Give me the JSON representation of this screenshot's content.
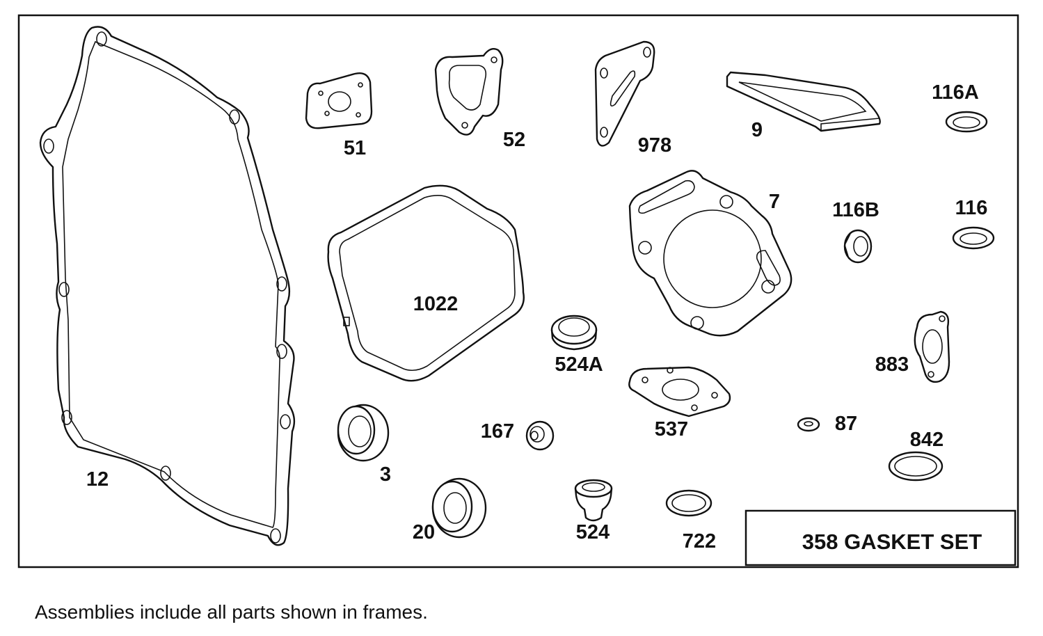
{
  "kit": {
    "label": "358 GASKET SET"
  },
  "note": "Assemblies include all parts shown in frames.",
  "parts": [
    {
      "id": "12",
      "label": "12",
      "shape": "crankcase-gasket"
    },
    {
      "id": "51",
      "label": "51",
      "shape": "carb-gasket"
    },
    {
      "id": "52",
      "label": "52",
      "shape": "intake-gasket"
    },
    {
      "id": "978",
      "label": "978",
      "shape": "breather-gasket"
    },
    {
      "id": "9",
      "label": "9",
      "shape": "flat-frame-gasket"
    },
    {
      "id": "116A",
      "label": "116A",
      "shape": "o-ring"
    },
    {
      "id": "1022",
      "label": "1022",
      "shape": "valve-cover-gasket"
    },
    {
      "id": "7",
      "label": "7",
      "shape": "head-gasket"
    },
    {
      "id": "116B",
      "label": "116B",
      "shape": "seal-ring"
    },
    {
      "id": "116",
      "label": "116",
      "shape": "o-ring"
    },
    {
      "id": "524A",
      "label": "524A",
      "shape": "seal"
    },
    {
      "id": "883",
      "label": "883",
      "shape": "exhaust-gasket"
    },
    {
      "id": "537",
      "label": "537",
      "shape": "muffler-gasket"
    },
    {
      "id": "3",
      "label": "3",
      "shape": "oil-seal"
    },
    {
      "id": "167",
      "label": "167",
      "shape": "grommet"
    },
    {
      "id": "87",
      "label": "87",
      "shape": "washer"
    },
    {
      "id": "842",
      "label": "842",
      "shape": "o-ring"
    },
    {
      "id": "20",
      "label": "20",
      "shape": "oil-seal"
    },
    {
      "id": "524",
      "label": "524",
      "shape": "plug-seal"
    },
    {
      "id": "722",
      "label": "722",
      "shape": "o-ring"
    }
  ]
}
